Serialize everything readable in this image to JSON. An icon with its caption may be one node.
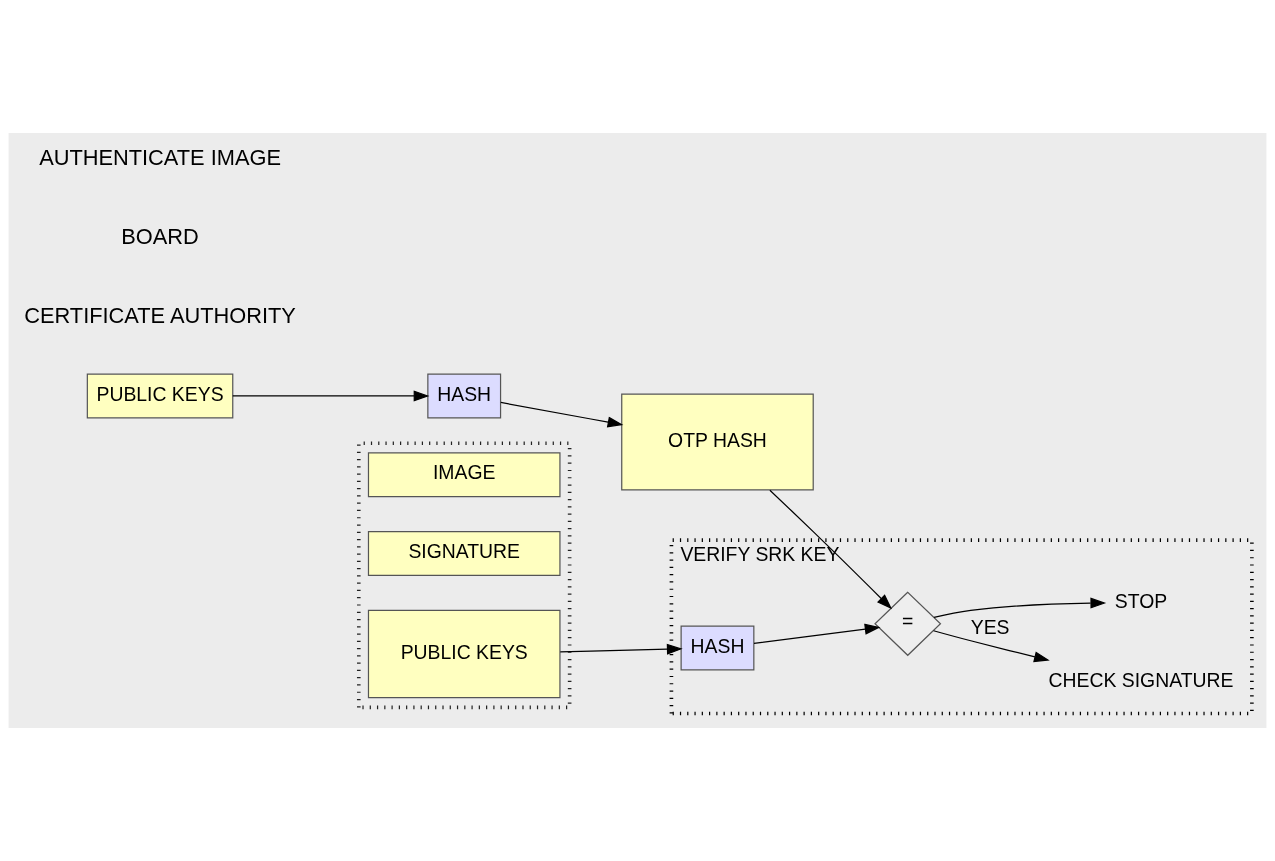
{
  "diagram": {
    "nodes": [
      {
        "text": [
          "PUBLIC KEYS"
        ]
      },
      {
        "text": [
          "HASH"
        ]
      },
      {
        "text": [
          "OTP HASH"
        ]
      },
      {
        "text": [],
        "shape": "box"
      },
      {
        "text": [
          "IMAGE"
        ],
        "in": 3
      },
      {
        "text": [
          "SIGNATURE"
        ],
        "in": 3
      },
      {
        "text": [
          "PUBLIC KEYS"
        ],
        "in": 3
      },
      {
        "text": [
          "VERIFY SRK KEY"
        ]
      },
      {
        "text": [
          "HASH"
        ],
        "in": 7
      },
      {
        "text": [
          "="
        ],
        "in": 7
      },
      {
        "text": [
          "CHECK SIGNATURE"
        ],
        "in": 7
      },
      {
        "text": [
          "STOP"
        ],
        "in": 7
      }
    ],
    "edges": [
      {
        "from": 0,
        "to": 1,
        "arrow": "to"
      },
      {
        "from": 1,
        "to": 2,
        "arrow": "to"
      },
      {
        "from": 2,
        "to": 9,
        "arrow": "to"
      },
      {
        "from": 6,
        "to": 8,
        "arrow": "to"
      },
      {
        "from": 8,
        "to": 9,
        "arrow": "to"
      },
      {
        "from": 9,
        "to": 10,
        "arrow": "to",
        "label": "YES"
      },
      {
        "from": 9,
        "to": 11,
        "arrow": "to"
      }
    ],
    "labels": [
      "CERTIFICATE AUTHORITY",
      "BOARD",
      "AUTHENTICATE IMAGE"
    ]
  }
}
